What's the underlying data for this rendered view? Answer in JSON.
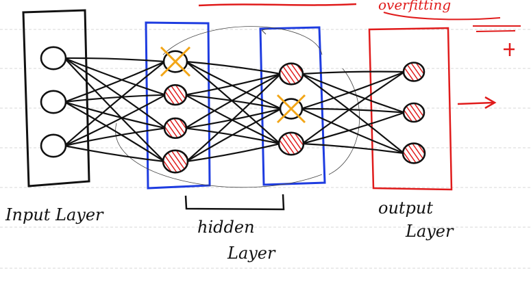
{
  "labels": {
    "input_layer": "Input Layer",
    "hidden_line1": "hidden",
    "hidden_line2": "Layer",
    "output_line1": "output",
    "output_line2": "Layer",
    "top_note": "overfitting"
  },
  "colors": {
    "ink": "#111111",
    "hidden_box": "#1e3ce0",
    "output_box": "#e01b1b",
    "hatch": "#e01b1b",
    "dropout_cross": "#f2a516",
    "ruled_line": "#d7d7d7"
  },
  "network": {
    "layers": [
      {
        "name": "input",
        "count": 3,
        "dropped": []
      },
      {
        "name": "hidden-1",
        "count": 4,
        "dropped": [
          0
        ]
      },
      {
        "name": "hidden-2",
        "count": 3,
        "dropped": [
          1
        ]
      },
      {
        "name": "output",
        "count": 3,
        "dropped": []
      }
    ],
    "active_fill_layers": [
      1,
      2,
      3
    ]
  }
}
